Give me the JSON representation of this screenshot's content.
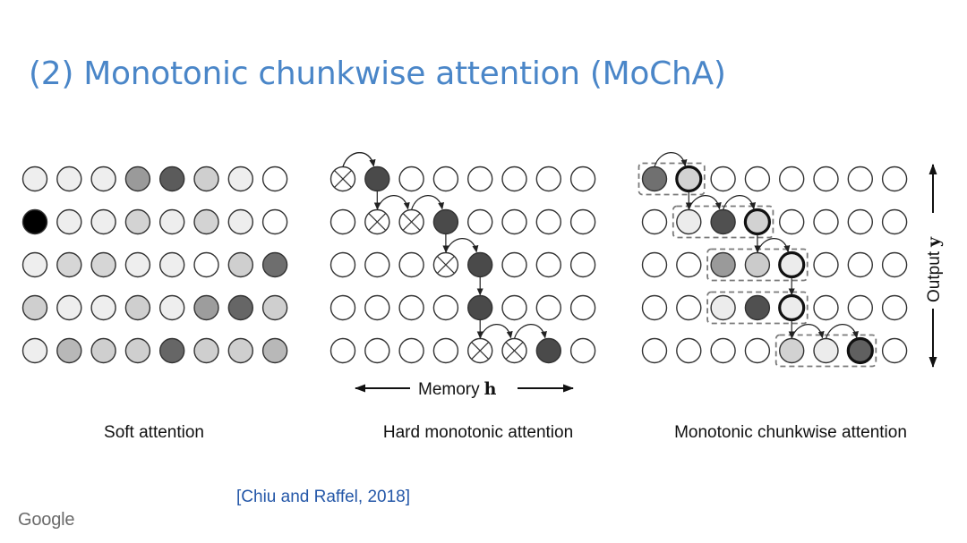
{
  "slide": {
    "title": "(2) Monotonic chunkwise attention (MoChA)",
    "citation": "[Chiu and Raffel, 2018]",
    "logo": "Google"
  },
  "colors": {
    "title": "#4a86c8",
    "citation": "#2457a8",
    "stroke": "#333333",
    "arrow": "#222222",
    "chunk_box": "#7a7a7a"
  },
  "axis": {
    "memory_label": "Memory",
    "memory_symbol": "h",
    "output_label": "Output",
    "output_symbol": "y"
  },
  "panels": {
    "soft": {
      "caption": "Soft attention",
      "grid": [
        [
          "#eeeeee",
          "#eeeeee",
          "#eeeeee",
          "#9a9a9a",
          "#5b5b5b",
          "#cfcfcf",
          "#eeeeee",
          "#ffffff"
        ],
        [
          "#000000",
          "#eeeeee",
          "#eeeeee",
          "#d3d3d3",
          "#eeeeee",
          "#d3d3d3",
          "#eeeeee",
          "#ffffff"
        ],
        [
          "#eeeeee",
          "#d6d6d6",
          "#d6d6d6",
          "#eeeeee",
          "#eeeeee",
          "#ffffff",
          "#cfcfcf",
          "#6e6e6e"
        ],
        [
          "#cfcfcf",
          "#eeeeee",
          "#eeeeee",
          "#cfcfcf",
          "#eeeeee",
          "#9d9d9d",
          "#666666",
          "#cfcfcf"
        ],
        [
          "#eeeeee",
          "#b8b8b8",
          "#cfcfcf",
          "#cfcfcf",
          "#666666",
          "#cfcfcf",
          "#cfcfcf",
          "#b8b8b8"
        ]
      ]
    },
    "hard": {
      "caption": "Hard monotonic attention",
      "grid": [
        [
          "x",
          "d",
          "",
          "",
          "",
          "",
          "",
          ""
        ],
        [
          "",
          "x",
          "x",
          "d",
          "",
          "",
          "",
          ""
        ],
        [
          "",
          "",
          "",
          "x",
          "d",
          "",
          "",
          ""
        ],
        [
          "",
          "",
          "",
          "",
          "d",
          "",
          "",
          ""
        ],
        [
          "",
          "",
          "",
          "",
          "x",
          "x",
          "d",
          ""
        ]
      ]
    },
    "mocha": {
      "caption": "Monotonic chunkwise attention",
      "grid": [
        [
          "#707070",
          "#d2d2d2",
          "",
          "",
          "",
          "",
          "",
          ""
        ],
        [
          "",
          "#ececec",
          "#505050",
          "#d2d2d2",
          "",
          "",
          "",
          ""
        ],
        [
          "",
          "",
          "#9a9a9a",
          "#cbcbcb",
          "#ececec",
          "",
          "",
          ""
        ],
        [
          "",
          "",
          "#ececec",
          "#505050",
          "#ececec",
          "",
          "",
          ""
        ],
        [
          "",
          "",
          "",
          "",
          "#d2d2d2",
          "#ececec",
          "#606060",
          ""
        ]
      ],
      "bold_col": [
        1,
        3,
        4,
        4,
        6
      ]
    }
  }
}
